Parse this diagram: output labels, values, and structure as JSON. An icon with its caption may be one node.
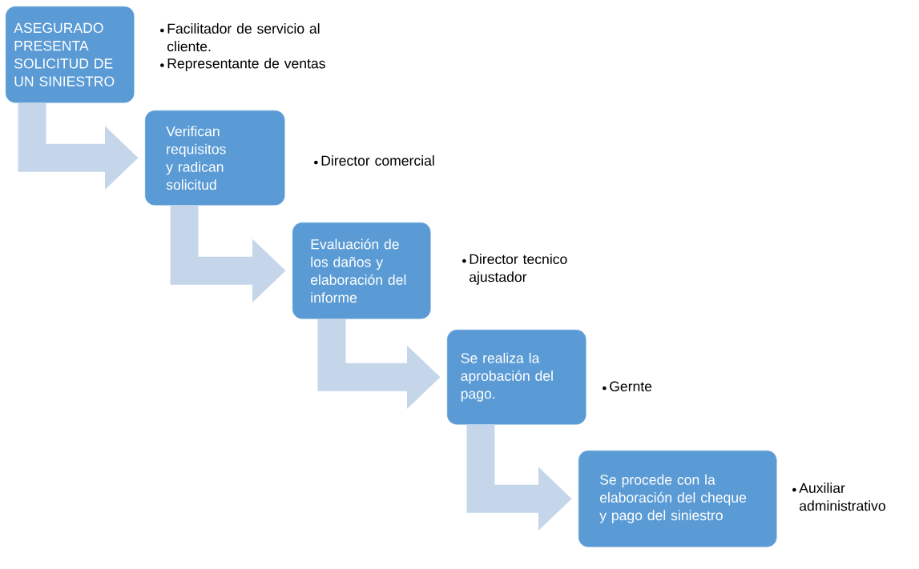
{
  "diagram": {
    "nodes": [
      {
        "text": [
          "ASEGURADO PRESENTA SOLICITUD DE UN SINIESTRO"
        ],
        "beside": [
          "Facilitador de servicio al cliente.",
          "Representante de ventas"
        ]
      },
      {
        "text": [
          "Verifican requisitos y radican solicitud"
        ],
        "beside": [
          "Director comercial"
        ]
      },
      {
        "text": [
          "Evaluación de los daños y elaboración del informe"
        ],
        "beside": [
          "Director tecnico ajustador"
        ]
      },
      {
        "text": [
          "Se realiza la aprobación del pago."
        ],
        "beside": [
          "Gernte"
        ]
      },
      {
        "text": [
          "Se procede con la elaboración del cheque y pago del siniestro"
        ],
        "beside": [
          "Auxiliar administrativo"
        ]
      }
    ],
    "edges": [
      {
        "from": 0,
        "to": 1,
        "arrow": "to"
      },
      {
        "from": 1,
        "to": 2,
        "arrow": "to"
      },
      {
        "from": 2,
        "to": 3,
        "arrow": "to"
      },
      {
        "from": 3,
        "to": 4,
        "arrow": "to"
      }
    ]
  }
}
